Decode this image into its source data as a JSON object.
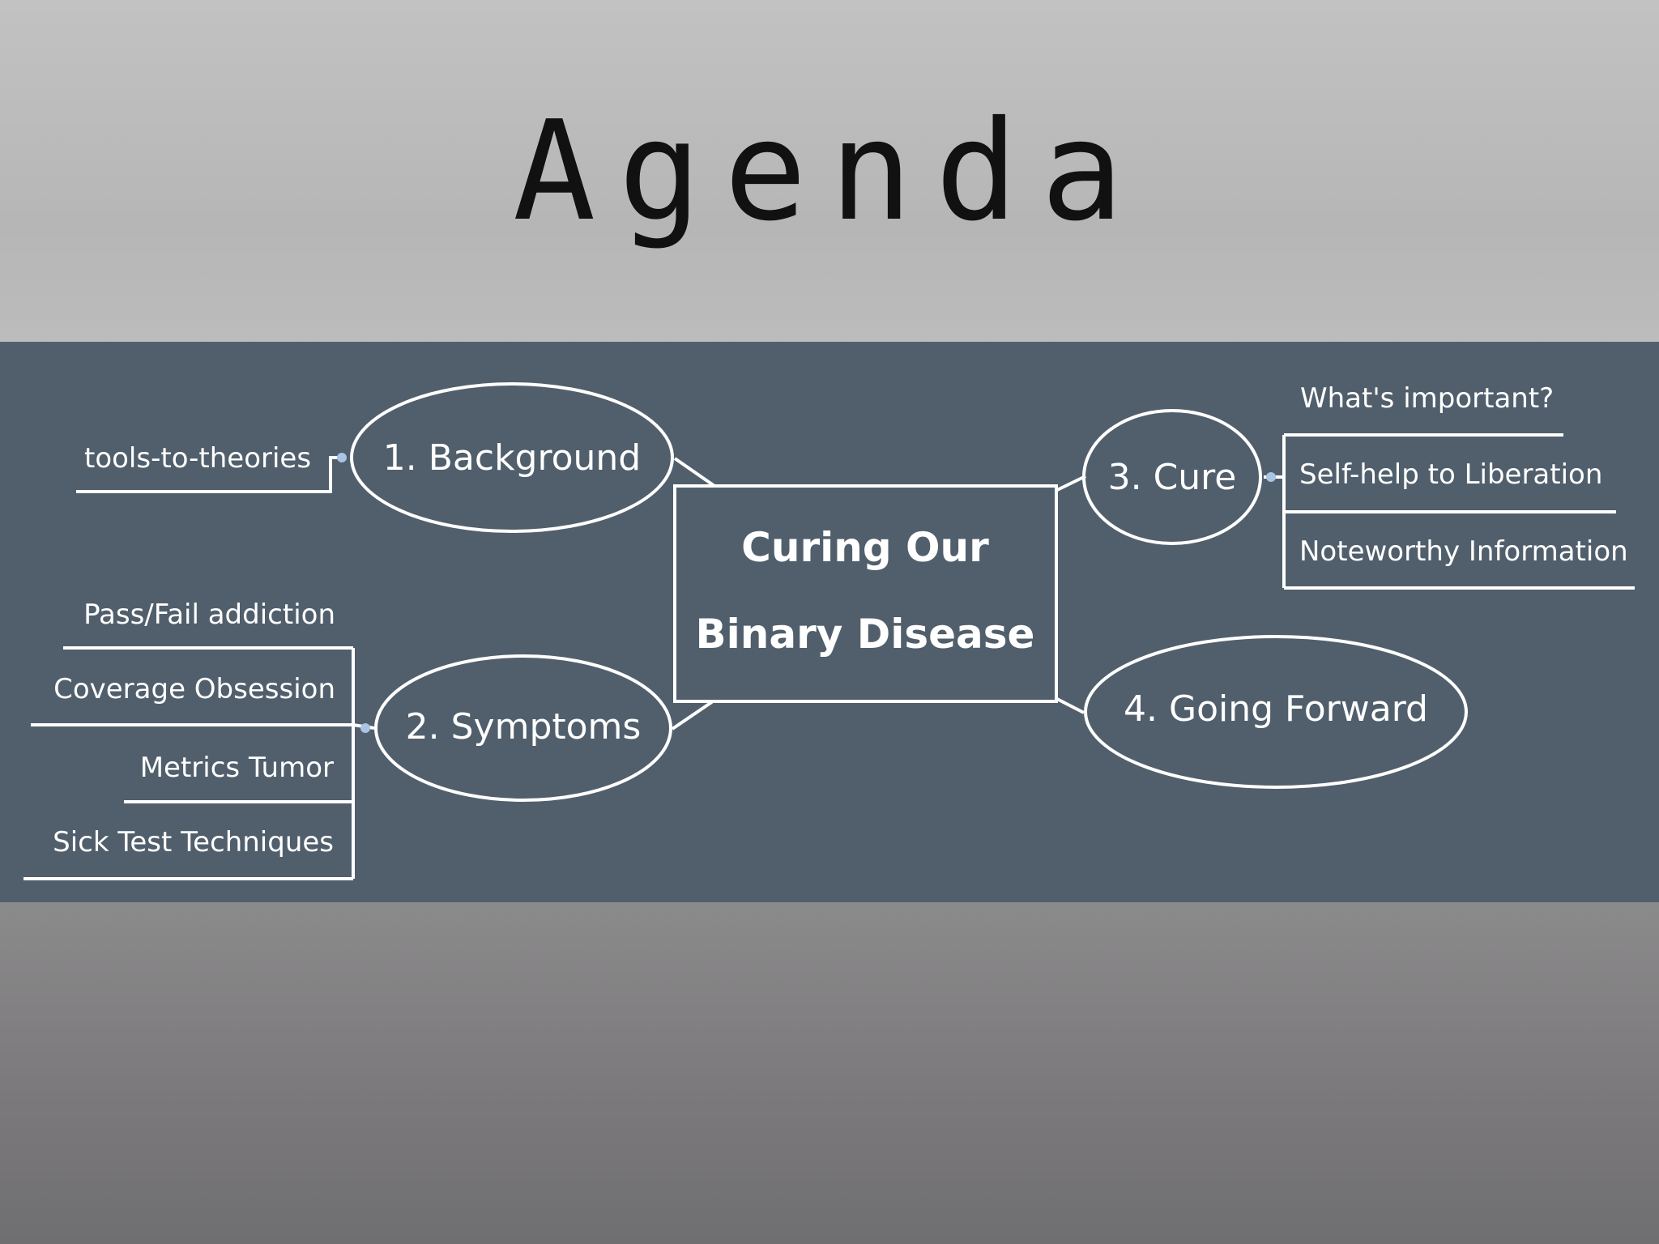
{
  "slide": {
    "title": "Agenda"
  },
  "mindmap": {
    "central": {
      "line1": "Curing Our",
      "line2": "Binary Disease"
    },
    "topics": [
      {
        "label": "1. Background",
        "subtopics": [
          "tools-to-theories"
        ]
      },
      {
        "label": "2. Symptoms",
        "subtopics": [
          "Pass/Fail addiction",
          "Coverage Obsession",
          "Metrics Tumor",
          "Sick Test Techniques"
        ]
      },
      {
        "label": "3. Cure",
        "subtopics": [
          "What's important?",
          "Self-help to Liberation",
          "Noteworthy Information"
        ]
      },
      {
        "label": "4. Going Forward",
        "subtopics": []
      }
    ]
  },
  "colors": {
    "band": "#515f6c",
    "lines": "#ffffff",
    "title": "#111111",
    "connector_dot": "#a9c4e4"
  }
}
